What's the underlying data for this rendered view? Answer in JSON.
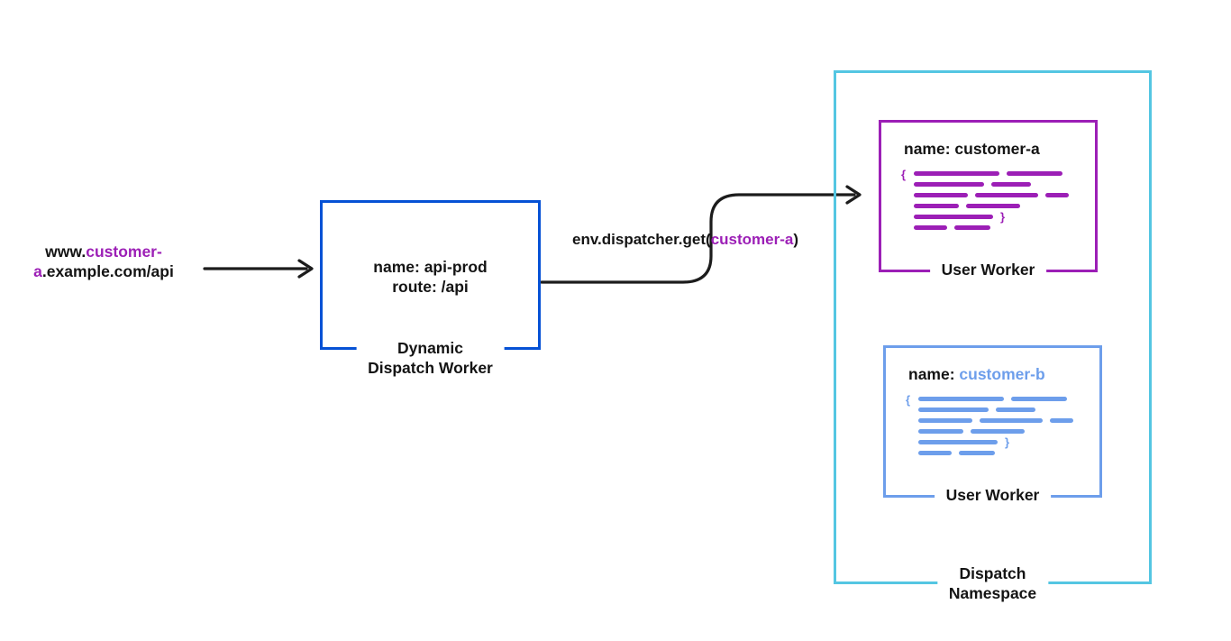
{
  "palette": {
    "purple": "#9C1FB6",
    "dispatch_blue": "#0551D5",
    "worker_blue": "#6D9EEB",
    "namespace_cyan": "#54C6E2",
    "ink": "#1C1C1C"
  },
  "request_url": {
    "line1_prefix": "www.",
    "line1_highlight": "customer-",
    "line2_highlight": "a",
    "line2_suffix": ".example.com/api"
  },
  "dispatch_worker": {
    "name": "name: api-prod",
    "route": "route: /api",
    "label_line1": "Dynamic",
    "label_line2": "Dispatch Worker"
  },
  "env_call": {
    "prefix": "env.dispatcher.get(",
    "arg": "customer-a",
    "suffix": ")"
  },
  "worker_a": {
    "name": "name: customer-a",
    "label": "User Worker"
  },
  "worker_b": {
    "name_prefix": "name: ",
    "name_value": "customer-b",
    "label": "User Worker"
  },
  "namespace": {
    "label_line1": "Dispatch",
    "label_line2": "Namespace"
  },
  "code_skeleton": {
    "open_brace": "{",
    "close_brace": "}",
    "close_brace_row": 4,
    "rows": [
      [
        95,
        62
      ],
      [
        78,
        44
      ],
      [
        60,
        70,
        26
      ],
      [
        50,
        60
      ],
      [
        88
      ],
      [
        37,
        40
      ]
    ]
  }
}
